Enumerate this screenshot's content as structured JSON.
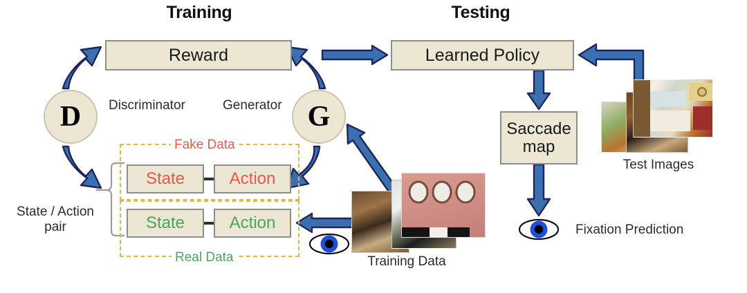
{
  "sections": {
    "training_title": "Training",
    "testing_title": "Testing"
  },
  "nodes": {
    "reward": "Reward",
    "learned_policy": "Learned Policy",
    "saccade_map": "Saccade\nmap",
    "saccade_map_line1": "Saccade",
    "saccade_map_line2": "map",
    "discriminator_glyph": "D",
    "generator_glyph": "G"
  },
  "labels": {
    "discriminator": "Discriminator",
    "generator": "Generator",
    "state_action_pair_line1": "State / Action",
    "state_action_pair_line2": "pair",
    "training_data": "Training Data",
    "test_images": "Test Images",
    "fixation_prediction": "Fixation Prediction"
  },
  "groups": {
    "fake": {
      "title": "Fake Data",
      "state": "State",
      "action": "Action",
      "color": "#e8584c"
    },
    "real": {
      "title": "Real Data",
      "state": "State",
      "action": "Action",
      "color": "#4aa55f"
    }
  },
  "icons": {
    "eye_training": "eye-icon",
    "eye_fixation": "eye-icon"
  },
  "colors": {
    "box_fill": "#ebe7d3",
    "box_border": "#8d8d8d",
    "arrow_fill": "#3a6fb0",
    "arrow_stroke": "#20265c",
    "dashed_border": "#e3b83c",
    "fake_text": "#e8584c",
    "real_text": "#4aa55f",
    "eye_iris": "#1f4fd8",
    "background": "#ffffff"
  }
}
